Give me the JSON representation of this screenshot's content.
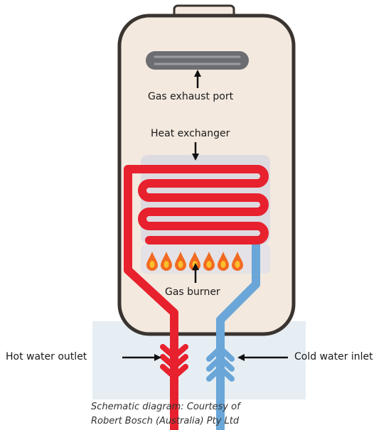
{
  "labels": {
    "exhaust": "Gas exhaust port",
    "exchanger": "Heat exchanger",
    "burner": "Gas burner",
    "hot_outlet": "Hot water outlet",
    "cold_inlet": "Cold water inlet"
  },
  "caption": {
    "line1": "Schematic diagram: Courtesy of",
    "line2": "Robert Bosch (Australia) Pty Ltd"
  },
  "colors": {
    "casing_fill": "#f3e9df",
    "casing_stroke": "#3a3430",
    "hot_pipe": "#e8212e",
    "cold_pipe": "#6aa6d8",
    "flame": "#f26a21",
    "flame_core": "#fbbf2a",
    "exchanger_panel": "#dedbe0",
    "exhaust_port": "#6c6d72",
    "arrow": "#111111",
    "floor": "#e6eef3"
  },
  "flame_count": 7
}
